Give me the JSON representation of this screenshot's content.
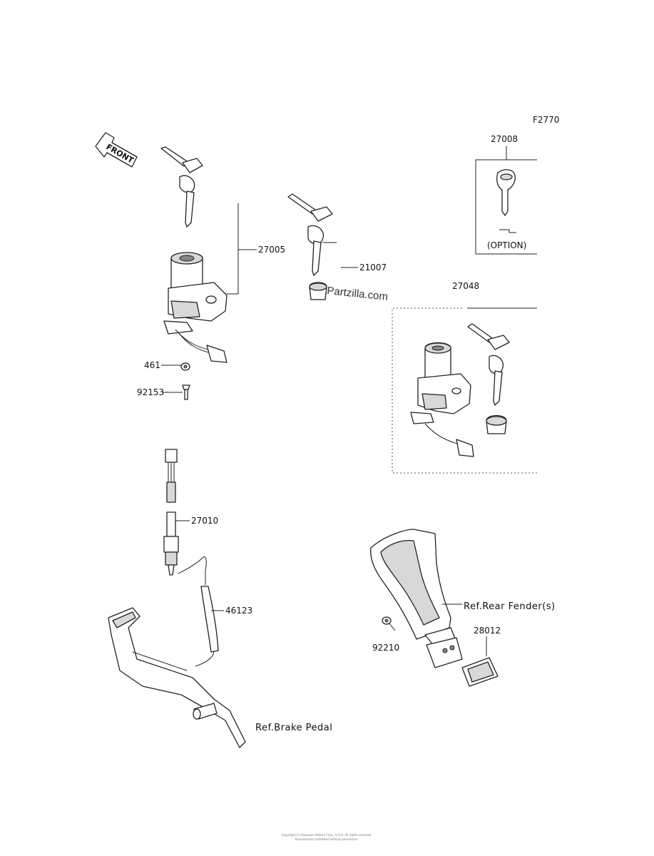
{
  "figure_code": "F2770",
  "front_label": "FRONT",
  "callouts": {
    "key_blank": "27008",
    "option_label": "(OPTION)",
    "switch_ignition": "27005",
    "key_set": "21007",
    "lock_set": "27048",
    "nut": "461",
    "screw": "92153",
    "switch_brake": "27010",
    "spring": "46123",
    "rear_fender_ref": "Ref.Rear Fender(s)",
    "washer": "92210",
    "reflector": "28012",
    "brake_pedal_ref": "Ref.Brake Pedal"
  },
  "watermark": "Partzilla.com",
  "copyright_lines": [
    "Copyright (c) Kawasaki Motors Corp., U.S.A. All rights reserved.",
    "Reproduction prohibited without permission."
  ]
}
